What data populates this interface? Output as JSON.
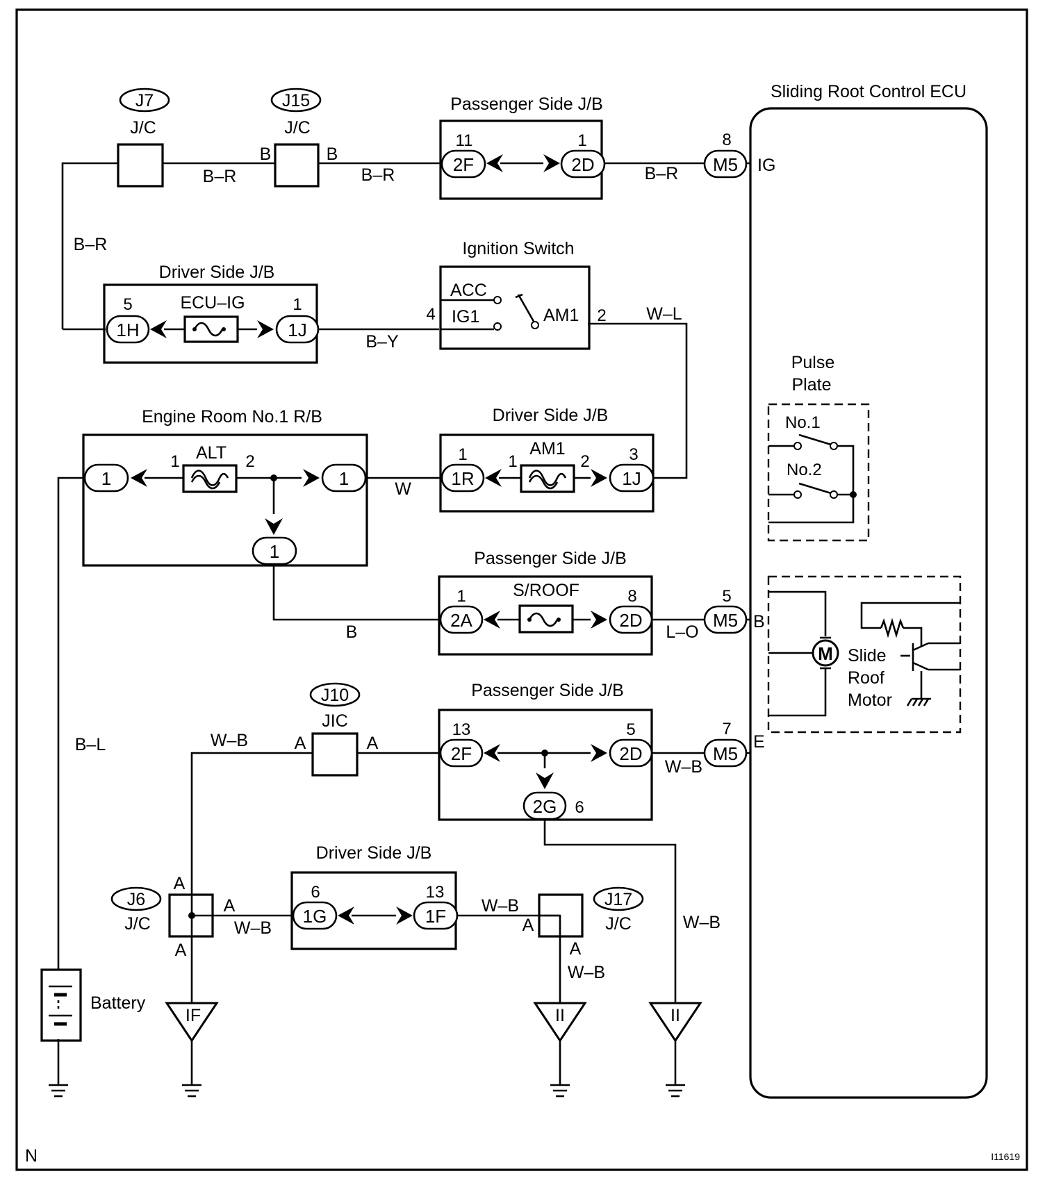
{
  "diagram": {
    "ecu": {
      "title": "Sliding Root Control ECU",
      "terminals": [
        {
          "pin": "8",
          "connector": "M5",
          "name": "IG"
        },
        {
          "pin": "5",
          "connector": "M5",
          "name": "B"
        },
        {
          "pin": "7",
          "connector": "M5",
          "name": "E"
        }
      ],
      "pulse_plate": {
        "title_line1": "Pulse",
        "title_line2": "Plate",
        "switch1": "No.1",
        "switch2": "No.2"
      },
      "motor": {
        "symbol": "M",
        "line1": "Slide",
        "line2": "Roof",
        "line3": "Motor"
      }
    },
    "junction_connectors": [
      {
        "id": "J7",
        "type": "J/C"
      },
      {
        "id": "J15",
        "type": "J/C"
      },
      {
        "id": "J10",
        "type": "JIC"
      },
      {
        "id": "J6",
        "type": "J/C"
      },
      {
        "id": "J17",
        "type": "J/C"
      }
    ],
    "blocks": {
      "passenger_jb_top": {
        "title": "Passenger Side J/B",
        "left_pin": "11",
        "left_conn": "2F",
        "right_pin": "1",
        "right_conn": "2D"
      },
      "ignition_switch": {
        "title": "Ignition Switch",
        "acc": "ACC",
        "ig1": "IG1",
        "am1": "AM1",
        "pin_in": "4",
        "pin_out": "2"
      },
      "driver_jb_ecuig": {
        "title": "Driver Side J/B",
        "fuse": "ECU–IG",
        "left_pin": "5",
        "left_conn": "1H",
        "right_pin": "1",
        "right_conn": "1J"
      },
      "engine_room_rb": {
        "title": "Engine Room No.1 R/B",
        "fuse": "ALT",
        "fuse_pin_left": "1",
        "fuse_pin_right": "2",
        "left_conn": "1",
        "right_conn": "1",
        "bottom_conn": "1"
      },
      "driver_jb_am1": {
        "title": "Driver Side J/B",
        "fuse": "AM1",
        "left_pin": "1",
        "left_conn": "1R",
        "fuse_pin_left": "1",
        "fuse_pin_right": "2",
        "right_pin": "3",
        "right_conn": "1J"
      },
      "passenger_jb_sroof": {
        "title": "Passenger Side J/B",
        "fuse": "S/ROOF",
        "left_pin": "1",
        "left_conn": "2A",
        "right_pin": "8",
        "right_conn": "2D"
      },
      "passenger_jb_ground": {
        "title": "Passenger Side J/B",
        "left_pin": "13",
        "left_conn": "2F",
        "right_pin": "5",
        "right_conn": "2D",
        "bottom_conn": "2G",
        "bottom_pin": "6"
      },
      "driver_jb_ground": {
        "title": "Driver Side J/B",
        "left_pin": "6",
        "left_conn": "1G",
        "right_pin": "13",
        "right_conn": "1F"
      }
    },
    "wire_colors": {
      "b_r": "B–R",
      "b_y": "B–Y",
      "w_l": "W–L",
      "w": "W",
      "b": "B",
      "l_o": "L–O",
      "w_b": "W–B",
      "b_l": "B–L"
    },
    "jc_pins": {
      "a": "A",
      "b": "B"
    },
    "grounds": [
      "IF",
      "II",
      "II"
    ],
    "battery_label": "Battery",
    "corner_mark": "N",
    "figure_id": "I11619"
  }
}
